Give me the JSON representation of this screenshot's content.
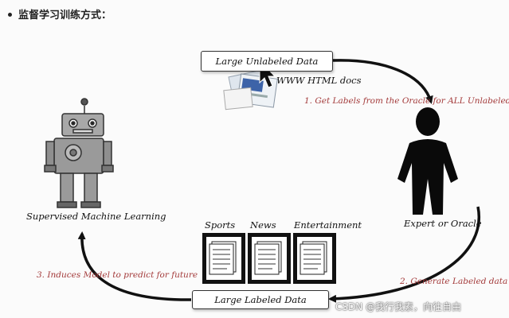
{
  "heading": "监督学习训练方式：",
  "labels": {
    "large_unlabeled": "Large Unlabeled Data",
    "www_docs": "WWW HTML docs",
    "step1": "1. Get Labels from the Oracle for ALL Unlabeled",
    "expert": "Expert or Oracle",
    "step2": "2. Generate Labeled data",
    "large_labeled": "Large Labeled Data",
    "step3": "3. Induces Model to predict for future",
    "supervised": "Supervised Machine Learning",
    "sports": "Sports",
    "news": "News",
    "entertainment": "Entertainment"
  },
  "watermark": "CSDN @我行我素，向往自由",
  "colors": {
    "step_text": "#a33a3a",
    "arrow": "#111111",
    "robot_body": "#9a9a9a"
  },
  "icons": [
    "cursor-arrow-icon",
    "web-docs-icon",
    "person-silhouette-icon",
    "robot-icon",
    "document-stack-icon"
  ]
}
